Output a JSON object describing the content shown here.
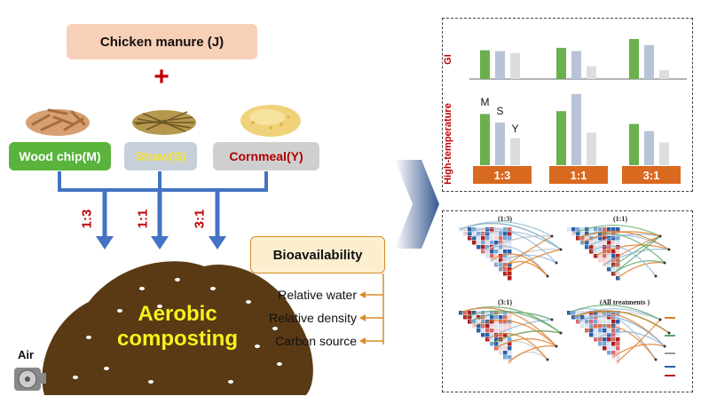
{
  "diagram": {
    "manure_label": "Chicken manure (J)",
    "plus": "+",
    "sources": [
      {
        "label": "Wood chip(M)",
        "color": "#59b33c"
      },
      {
        "label": "Straw(S)",
        "color": "#c7cfdb"
      },
      {
        "label": "Cornmeal(Y)",
        "color": "#cfcfcf"
      }
    ],
    "ratios": [
      "1:3",
      "1:1",
      "3:1"
    ],
    "pile_text": [
      "Aerobic",
      "composting"
    ],
    "air_label": "Air",
    "bioavailability": {
      "title": "Bioavailability",
      "factors": [
        "Relative water",
        "Relative density",
        "Carbon source"
      ]
    }
  },
  "bar_panel": {
    "gi_label": "GI",
    "high_temp_label": "High-temperature",
    "series_letters": [
      "M",
      "S",
      "Y"
    ],
    "groups": [
      "1:3",
      "1:1",
      "3:1"
    ],
    "colors": {
      "M": "#6ab04c",
      "S": "#b7c3d6",
      "Y": "#dddddd",
      "group_bar": "#d9691f"
    }
  },
  "chart_data": [
    {
      "type": "bar",
      "title": "",
      "ylabel": "GI",
      "categories": [
        "1:3",
        "1:1",
        "3:1"
      ],
      "series": [
        {
          "name": "M",
          "values": [
            0.72,
            0.78,
            1.0
          ]
        },
        {
          "name": "S",
          "values": [
            0.7,
            0.7,
            0.85
          ]
        },
        {
          "name": "Y",
          "values": [
            0.65,
            0.32,
            0.22
          ]
        }
      ],
      "ylim": [
        0,
        1
      ]
    },
    {
      "type": "bar",
      "title": "",
      "ylabel": "High-temperature",
      "categories": [
        "1:3",
        "1:1",
        "3:1"
      ],
      "series": [
        {
          "name": "M",
          "values": [
            0.72,
            0.76,
            0.58
          ]
        },
        {
          "name": "S",
          "values": [
            0.6,
            1.0,
            0.48
          ]
        },
        {
          "name": "Y",
          "values": [
            0.38,
            0.46,
            0.32
          ]
        }
      ],
      "ylim": [
        0,
        1
      ]
    }
  ],
  "correlation_panel": {
    "subplots": [
      "(1:3)",
      "(1:1)",
      "(3:1)",
      "(All treatments )"
    ]
  }
}
